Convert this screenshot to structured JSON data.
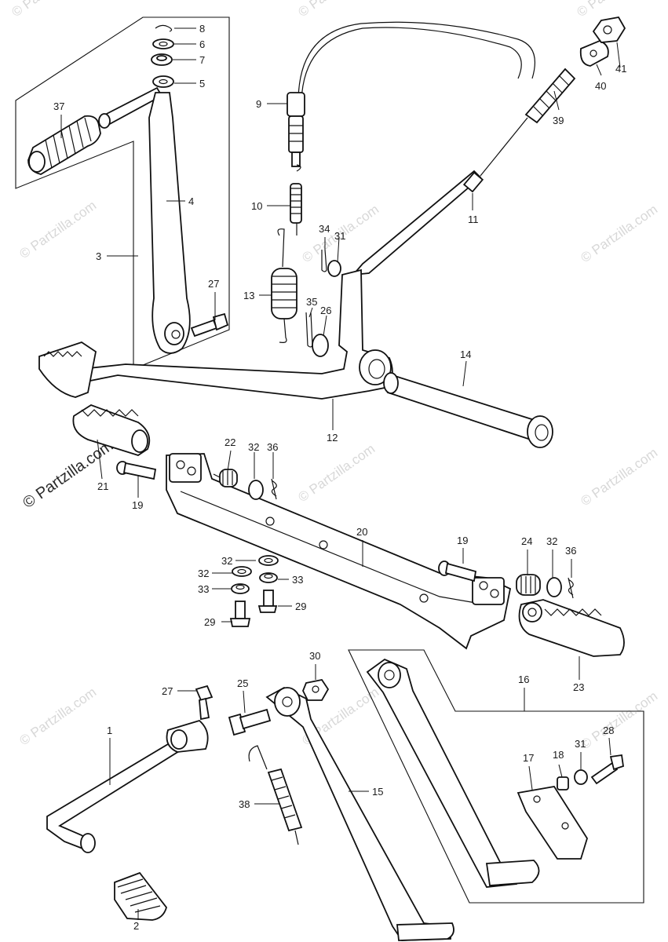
{
  "watermark": {
    "text": "© Partzilla.com"
  },
  "callouts": [
    {
      "id": "c8",
      "text": "8"
    },
    {
      "id": "c6",
      "text": "6"
    },
    {
      "id": "c7",
      "text": "7"
    },
    {
      "id": "c5",
      "text": "5"
    },
    {
      "id": "c37",
      "text": "37"
    },
    {
      "id": "c4",
      "text": "4"
    },
    {
      "id": "c3",
      "text": "3"
    },
    {
      "id": "c27a",
      "text": "27"
    },
    {
      "id": "c9",
      "text": "9"
    },
    {
      "id": "c10",
      "text": "10"
    },
    {
      "id": "c13",
      "text": "13"
    },
    {
      "id": "c34",
      "text": "34"
    },
    {
      "id": "c31a",
      "text": "31"
    },
    {
      "id": "c35",
      "text": "35"
    },
    {
      "id": "c26",
      "text": "26"
    },
    {
      "id": "c11",
      "text": "11"
    },
    {
      "id": "c39",
      "text": "39"
    },
    {
      "id": "c40",
      "text": "40"
    },
    {
      "id": "c41",
      "text": "41"
    },
    {
      "id": "c14",
      "text": "14"
    },
    {
      "id": "c12",
      "text": "12"
    },
    {
      "id": "c21",
      "text": "21"
    },
    {
      "id": "c19a",
      "text": "19"
    },
    {
      "id": "c22",
      "text": "22"
    },
    {
      "id": "c32a",
      "text": "32"
    },
    {
      "id": "c36a",
      "text": "36"
    },
    {
      "id": "c20",
      "text": "20"
    },
    {
      "id": "c19b",
      "text": "19"
    },
    {
      "id": "c24",
      "text": "24"
    },
    {
      "id": "c32b",
      "text": "32"
    },
    {
      "id": "c36b",
      "text": "36"
    },
    {
      "id": "c32c",
      "text": "32"
    },
    {
      "id": "c32d",
      "text": "32"
    },
    {
      "id": "c33a",
      "text": "33"
    },
    {
      "id": "c33b",
      "text": "33"
    },
    {
      "id": "c29a",
      "text": "29"
    },
    {
      "id": "c29b",
      "text": "29"
    },
    {
      "id": "c23",
      "text": "23"
    },
    {
      "id": "c30",
      "text": "30"
    },
    {
      "id": "c16",
      "text": "16"
    },
    {
      "id": "c27b",
      "text": "27"
    },
    {
      "id": "c25",
      "text": "25"
    },
    {
      "id": "c1",
      "text": "1"
    },
    {
      "id": "c28",
      "text": "28"
    },
    {
      "id": "c17",
      "text": "17"
    },
    {
      "id": "c18",
      "text": "18"
    },
    {
      "id": "c31b",
      "text": "31"
    },
    {
      "id": "c15",
      "text": "15"
    },
    {
      "id": "c38",
      "text": "38"
    },
    {
      "id": "c2",
      "text": "2"
    }
  ]
}
